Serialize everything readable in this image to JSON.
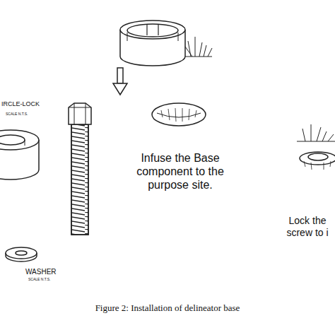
{
  "diagram": {
    "caption": "Figure 2: Installation of delineator base",
    "labels": [
      "IRCLE-LOCK",
      "SCALE N.T.S.",
      "WASHER",
      "SCALE N.T.S.",
      "Infuse the Base component to the purpose site.",
      "Lock the screw to i"
    ]
  }
}
